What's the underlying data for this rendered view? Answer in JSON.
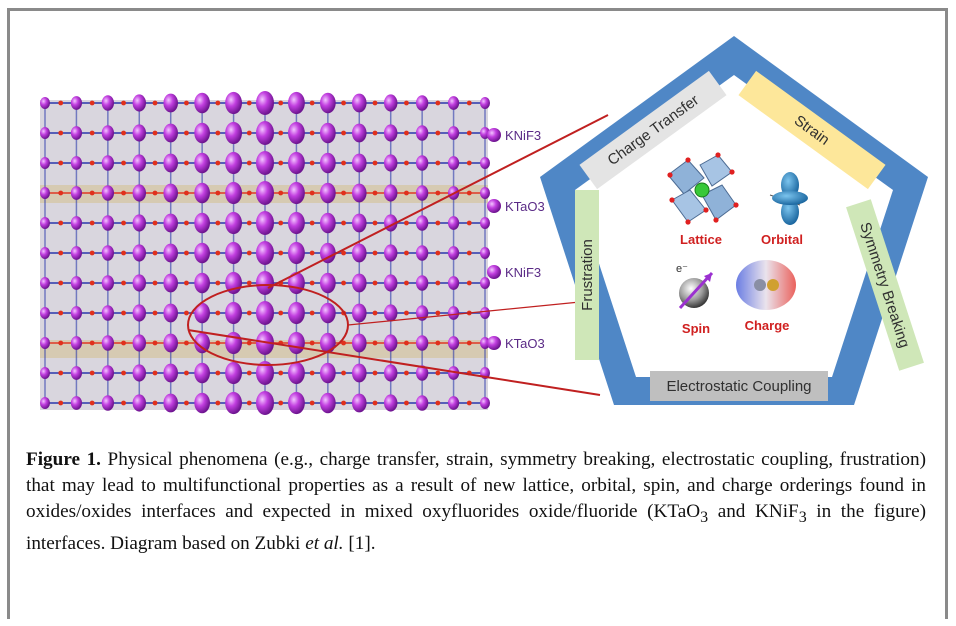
{
  "figure": {
    "layer_labels": [
      "KNiF3",
      "KTaO3",
      "KNiF3",
      "KTaO3"
    ],
    "pentagon_bands": {
      "top_left": "Charge Transfer",
      "top_right": "Strain",
      "right": "Symmetry Breaking",
      "bottom": "Electrostatic Coupling",
      "left": "Frustration"
    },
    "inner_labels": {
      "lattice": "Lattice",
      "orbital": "Orbital",
      "spin": "Spin",
      "charge": "Charge",
      "electron": "e⁻"
    },
    "colors": {
      "pentagon_blue": "#4f87c6",
      "band_charge_transfer": "#e4e4e4",
      "band_strain": "#fde79a",
      "band_symmetry": "#cfe7b8",
      "band_electrostatic": "#bfbfbf",
      "band_frustration": "#cfe7b8",
      "atom_purple": "#b52fd4",
      "bond_blue": "#1f2ea8",
      "oxygen_red": "#e0301c",
      "label_red": "#d02020",
      "link_line": "#c02020"
    }
  },
  "caption": {
    "label": "Figure 1.",
    "text_before_formula": " Physical phenomena (e.g., charge transfer, strain, symmetry breaking, electrostatic coupling, frustration) that may lead to multifunctional properties as a result of new lattice, orbital, spin, and charge orderings found in oxides/oxides interfaces and expected in mixed oxyfluorides oxide/fluoride (",
    "formula_1": "KTaO",
    "formula_1_sub": "3",
    "and": " and ",
    "formula_2": "KNiF",
    "formula_2_sub": "3",
    "text_after_formula": " in the figure) interfaces. Diagram based on Zubki ",
    "et_al": "et al.",
    "reference": " [1]."
  }
}
